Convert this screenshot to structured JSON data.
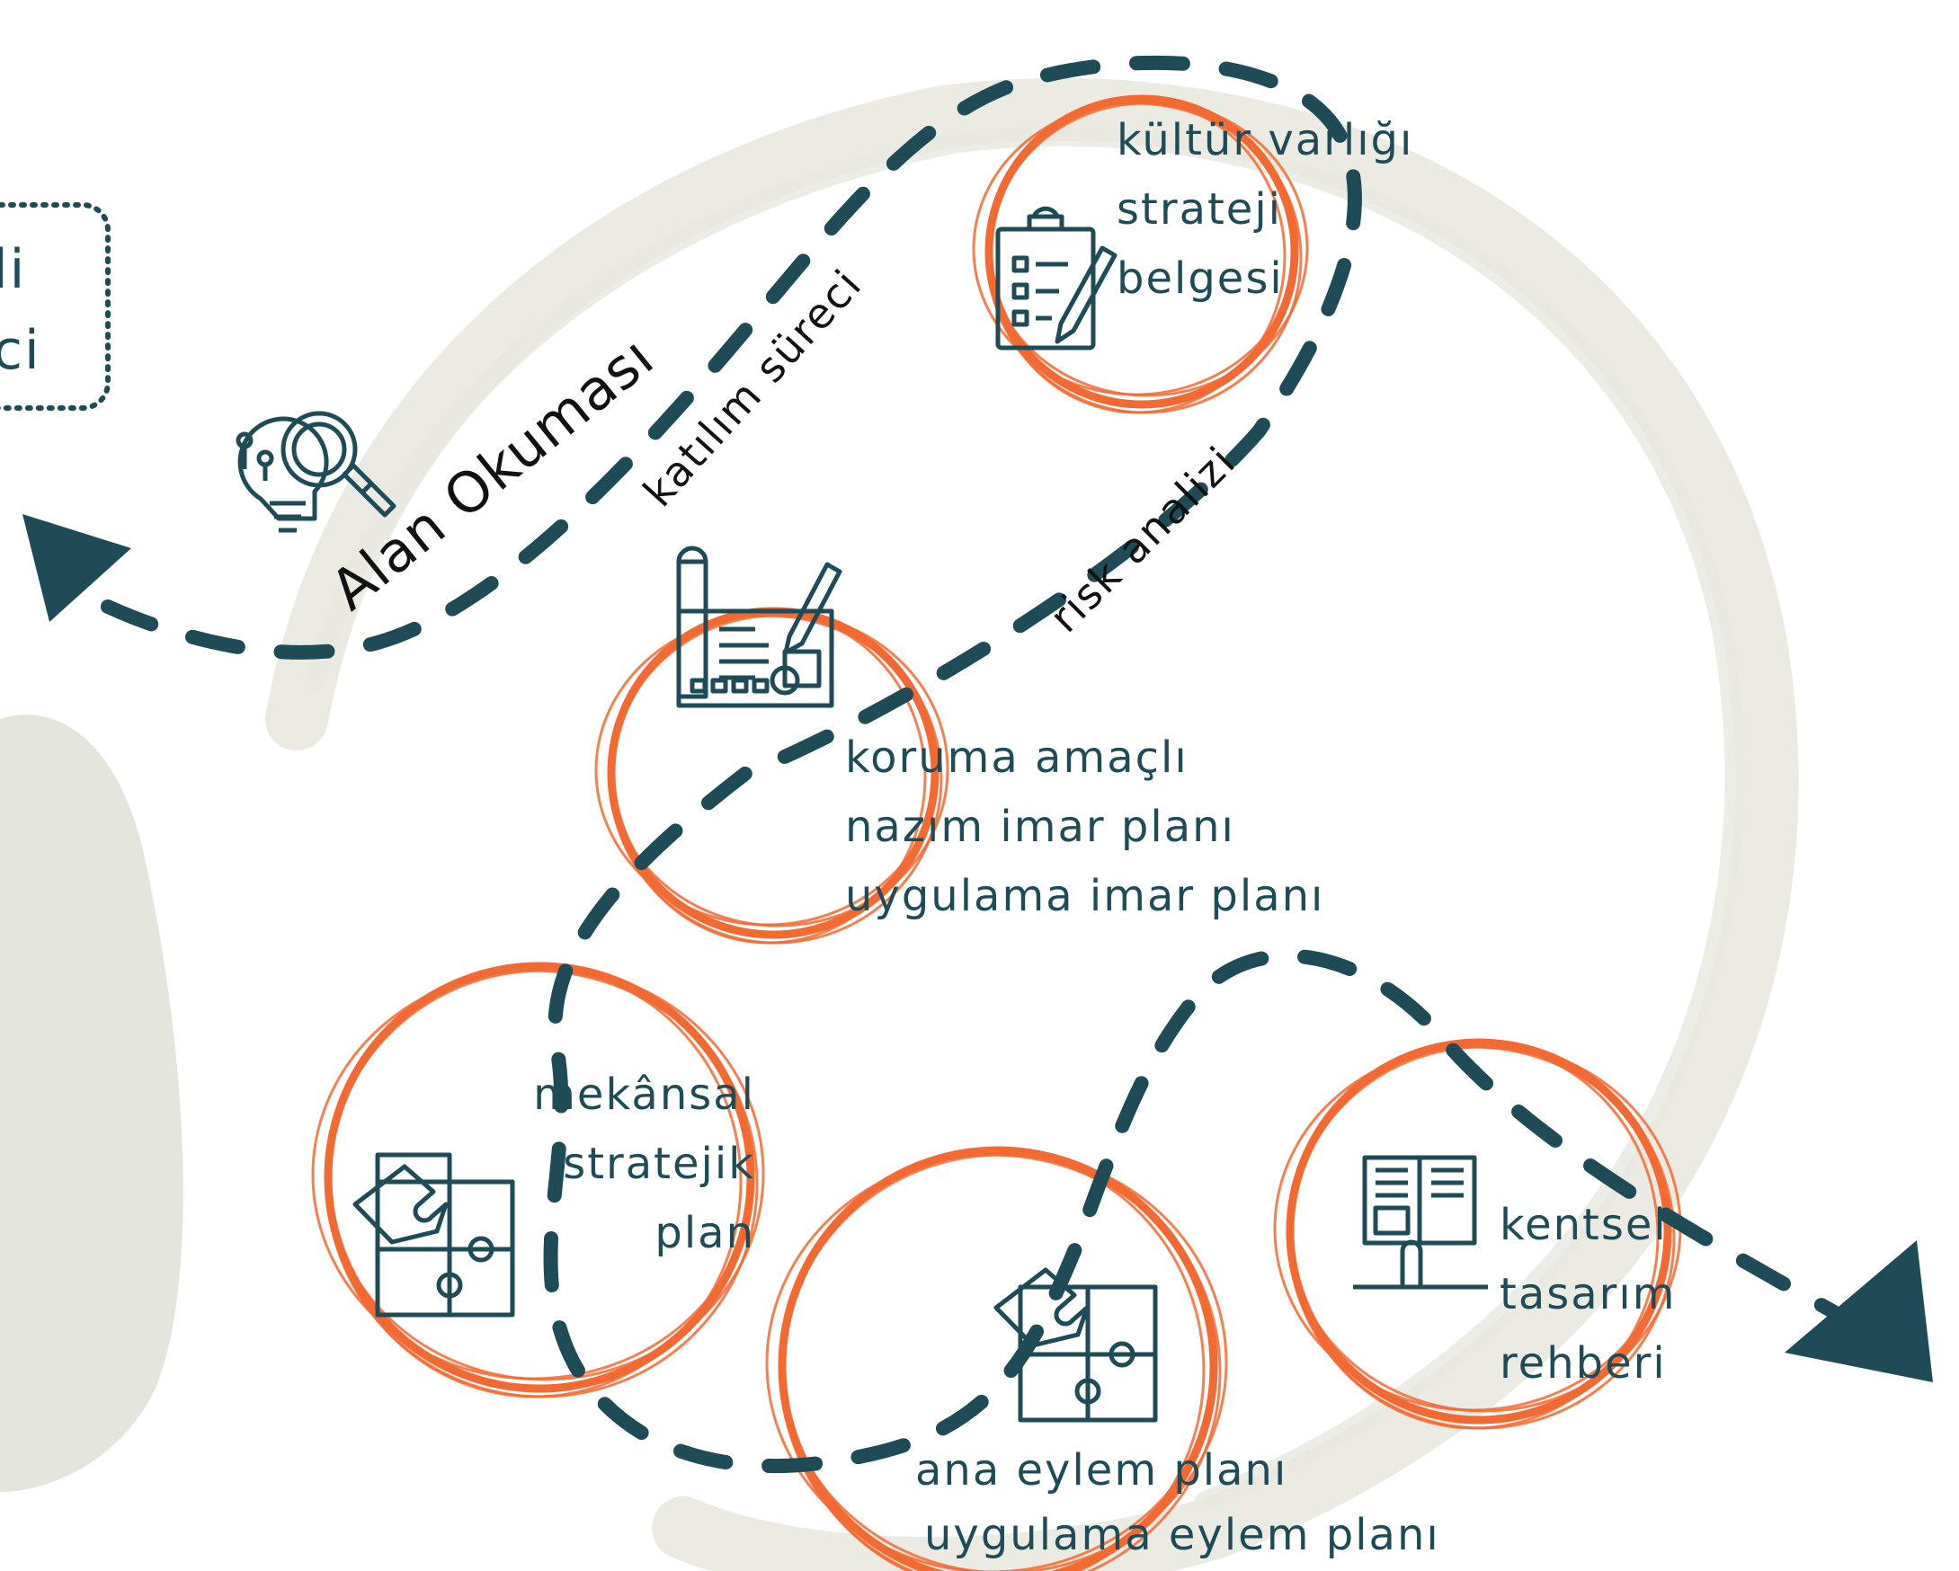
{
  "colors": {
    "background": "#ffffff",
    "ring": "#f26a32",
    "path": "#1f4b57",
    "swirl": "#e9e9e1",
    "blob": "#e4e5dc",
    "text": "#1f4b57",
    "heading": "#111111"
  },
  "partial_box": {
    "line1": "li",
    "line2": "ci"
  },
  "path_labels": {
    "alan_okumasi": "Alan Okuması",
    "katilim_sureci": "katılım süreci",
    "risk_analizi": "risk analizi"
  },
  "stages": [
    {
      "icon": "checklist-clipboard-icon",
      "lines": [
        "kültür varlığı",
        "strateji",
        "belgesi"
      ]
    },
    {
      "icon": "blueprint-plan-icon",
      "lines": [
        "koruma amaçlı",
        "nazım imar planı",
        "uygulama imar planı"
      ]
    },
    {
      "icon": "puzzle-icon",
      "lines": [
        "mekânsal",
        "stratejik",
        "plan"
      ]
    },
    {
      "icon": "puzzle-icon",
      "lines": [
        "ana eylem planı",
        "uygulama eylem planı"
      ]
    },
    {
      "icon": "guidebook-icon",
      "lines": [
        "kentsel",
        "tasarım",
        "rehberi"
      ]
    }
  ],
  "analysis_icon": "brain-magnifier-icon"
}
